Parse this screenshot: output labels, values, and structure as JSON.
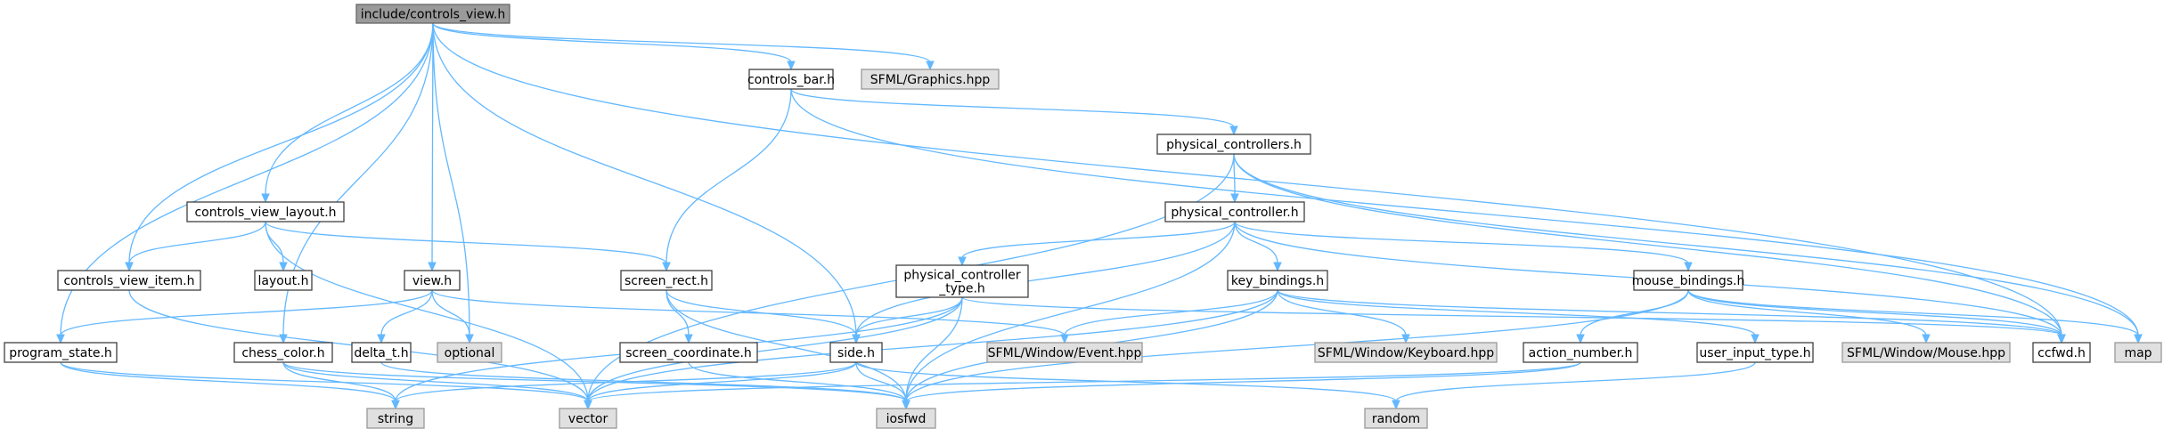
{
  "title": "include/controls_view.h",
  "colors": {
    "edge": "#63b8ff",
    "root_fill": "#9a9a9a",
    "external_fill": "#e0e0e0",
    "file_fill": "#ffffff"
  },
  "nodes": [
    {
      "id": "controls_view",
      "label": [
        "include/controls_view.h"
      ],
      "kind": "root"
    },
    {
      "id": "controls_bar",
      "label": [
        "controls_bar.h"
      ],
      "kind": "file"
    },
    {
      "id": "sfml_graphics",
      "label": [
        "SFML/Graphics.hpp"
      ],
      "kind": "ext"
    },
    {
      "id": "physical_controllers",
      "label": [
        "physical_controllers.h"
      ],
      "kind": "file"
    },
    {
      "id": "controls_view_layout",
      "label": [
        "controls_view_layout.h"
      ],
      "kind": "file"
    },
    {
      "id": "physical_controller",
      "label": [
        "physical_controller.h"
      ],
      "kind": "file"
    },
    {
      "id": "controls_view_item",
      "label": [
        "controls_view_item.h"
      ],
      "kind": "file"
    },
    {
      "id": "layout",
      "label": [
        "layout.h"
      ],
      "kind": "file"
    },
    {
      "id": "view",
      "label": [
        "view.h"
      ],
      "kind": "file"
    },
    {
      "id": "screen_rect",
      "label": [
        "screen_rect.h"
      ],
      "kind": "file"
    },
    {
      "id": "physical_controller_type",
      "label": [
        "physical_controller",
        "_type.h"
      ],
      "kind": "file"
    },
    {
      "id": "key_bindings",
      "label": [
        "key_bindings.h"
      ],
      "kind": "file"
    },
    {
      "id": "mouse_bindings",
      "label": [
        "mouse_bindings.h"
      ],
      "kind": "file"
    },
    {
      "id": "program_state",
      "label": [
        "program_state.h"
      ],
      "kind": "file"
    },
    {
      "id": "chess_color",
      "label": [
        "chess_color.h"
      ],
      "kind": "file"
    },
    {
      "id": "delta_t",
      "label": [
        "delta_t.h"
      ],
      "kind": "file"
    },
    {
      "id": "optional",
      "label": [
        "optional"
      ],
      "kind": "ext"
    },
    {
      "id": "screen_coordinate",
      "label": [
        "screen_coordinate.h"
      ],
      "kind": "file"
    },
    {
      "id": "side",
      "label": [
        "side.h"
      ],
      "kind": "file"
    },
    {
      "id": "sfml_event",
      "label": [
        "SFML/Window/Event.hpp"
      ],
      "kind": "ext"
    },
    {
      "id": "sfml_keyboard",
      "label": [
        "SFML/Window/Keyboard.hpp"
      ],
      "kind": "ext"
    },
    {
      "id": "action_number",
      "label": [
        "action_number.h"
      ],
      "kind": "file"
    },
    {
      "id": "user_input_type",
      "label": [
        "user_input_type.h"
      ],
      "kind": "file"
    },
    {
      "id": "sfml_mouse",
      "label": [
        "SFML/Window/Mouse.hpp"
      ],
      "kind": "ext"
    },
    {
      "id": "ccfwd",
      "label": [
        "ccfwd.h"
      ],
      "kind": "file"
    },
    {
      "id": "map",
      "label": [
        "map"
      ],
      "kind": "ext"
    },
    {
      "id": "string",
      "label": [
        "string"
      ],
      "kind": "ext"
    },
    {
      "id": "vector",
      "label": [
        "vector"
      ],
      "kind": "ext"
    },
    {
      "id": "iosfwd",
      "label": [
        "iosfwd"
      ],
      "kind": "ext"
    },
    {
      "id": "random",
      "label": [
        "random"
      ],
      "kind": "ext"
    }
  ],
  "edges": [
    [
      "controls_view",
      "controls_bar"
    ],
    [
      "controls_view",
      "sfml_graphics"
    ],
    [
      "controls_view",
      "controls_view_layout"
    ],
    [
      "controls_view",
      "controls_view_item"
    ],
    [
      "controls_view",
      "view"
    ],
    [
      "controls_view",
      "program_state"
    ],
    [
      "controls_view",
      "chess_color"
    ],
    [
      "controls_view",
      "optional"
    ],
    [
      "controls_view",
      "side"
    ],
    [
      "controls_view",
      "ccfwd"
    ],
    [
      "controls_bar",
      "physical_controllers"
    ],
    [
      "controls_bar",
      "screen_rect"
    ],
    [
      "controls_bar",
      "map"
    ],
    [
      "physical_controllers",
      "physical_controller"
    ],
    [
      "physical_controllers",
      "vector"
    ],
    [
      "physical_controllers",
      "ccfwd"
    ],
    [
      "physical_controllers",
      "map"
    ],
    [
      "controls_view_layout",
      "controls_view_item"
    ],
    [
      "controls_view_layout",
      "layout"
    ],
    [
      "controls_view_layout",
      "screen_rect"
    ],
    [
      "controls_view_layout",
      "vector"
    ],
    [
      "controls_view_item",
      "vector"
    ],
    [
      "view",
      "program_state"
    ],
    [
      "view",
      "delta_t"
    ],
    [
      "view",
      "optional"
    ],
    [
      "view",
      "sfml_event"
    ],
    [
      "physical_controller",
      "physical_controller_type"
    ],
    [
      "physical_controller",
      "key_bindings"
    ],
    [
      "physical_controller",
      "mouse_bindings"
    ],
    [
      "physical_controller",
      "side"
    ],
    [
      "physical_controller",
      "iosfwd"
    ],
    [
      "physical_controller",
      "ccfwd"
    ],
    [
      "screen_rect",
      "screen_coordinate"
    ],
    [
      "screen_rect",
      "side"
    ],
    [
      "screen_rect",
      "iosfwd"
    ],
    [
      "physical_controller_type",
      "side"
    ],
    [
      "physical_controller_type",
      "string"
    ],
    [
      "physical_controller_type",
      "vector"
    ],
    [
      "physical_controller_type",
      "iosfwd"
    ],
    [
      "physical_controller_type",
      "ccfwd"
    ],
    [
      "key_bindings",
      "sfml_event"
    ],
    [
      "key_bindings",
      "sfml_keyboard"
    ],
    [
      "key_bindings",
      "user_input_type"
    ],
    [
      "key_bindings",
      "vector"
    ],
    [
      "key_bindings",
      "iosfwd"
    ],
    [
      "key_bindings",
      "ccfwd"
    ],
    [
      "mouse_bindings",
      "action_number"
    ],
    [
      "mouse_bindings",
      "sfml_mouse"
    ],
    [
      "mouse_bindings",
      "ccfwd"
    ],
    [
      "mouse_bindings",
      "map"
    ],
    [
      "mouse_bindings",
      "iosfwd"
    ],
    [
      "program_state",
      "string"
    ],
    [
      "program_state",
      "vector"
    ],
    [
      "chess_color",
      "string"
    ],
    [
      "chess_color",
      "vector"
    ],
    [
      "chess_color",
      "iosfwd"
    ],
    [
      "delta_t",
      "iosfwd"
    ],
    [
      "screen_coordinate",
      "iosfwd"
    ],
    [
      "side",
      "string"
    ],
    [
      "side",
      "vector"
    ],
    [
      "side",
      "iosfwd"
    ],
    [
      "side",
      "random"
    ],
    [
      "action_number",
      "vector"
    ],
    [
      "action_number",
      "iosfwd"
    ],
    [
      "user_input_type",
      "random"
    ]
  ]
}
